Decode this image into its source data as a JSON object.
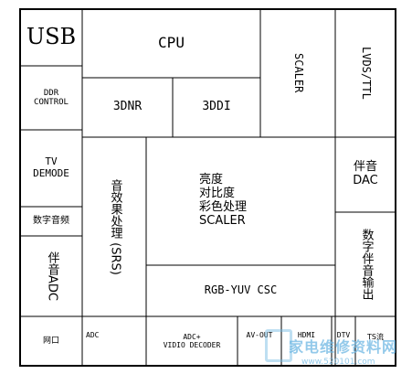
{
  "colors": {
    "line": "#000000",
    "text": "#000000",
    "watermark": "#6fb8e3",
    "background": "#ffffff"
  },
  "blocks": {
    "usb": "USB",
    "cpu": "CPU",
    "scaler": "SCALER",
    "lvds_ttl": "LVDS/TTL",
    "ddr_control": "DDR\nCONTROL",
    "dnr": "3DNR",
    "ddi": "3DDI",
    "tv_demode": "TV\nDEMODE",
    "digital_audio": "数字音频",
    "audio_adc": "伴音ADC",
    "srs": "音效果处理 (SRS)",
    "picture_processing": "亮度\n对比度\n彩色处理\nSCALER",
    "rgb_yuv": "RGB-YUV CSC",
    "audio_dac": "伴音\nDAC",
    "digital_audio_out": "数字伴音输出",
    "network": "网口",
    "adc": "ADC",
    "video_decoder": "ADC+\nVIDIO DECODER",
    "av_out": "AV-OUT",
    "hdmi": "HDMI",
    "dtv": "DTV",
    "ts": "TS流"
  },
  "watermark": {
    "text": "家电维修资料网",
    "url": "www.520101.com"
  }
}
